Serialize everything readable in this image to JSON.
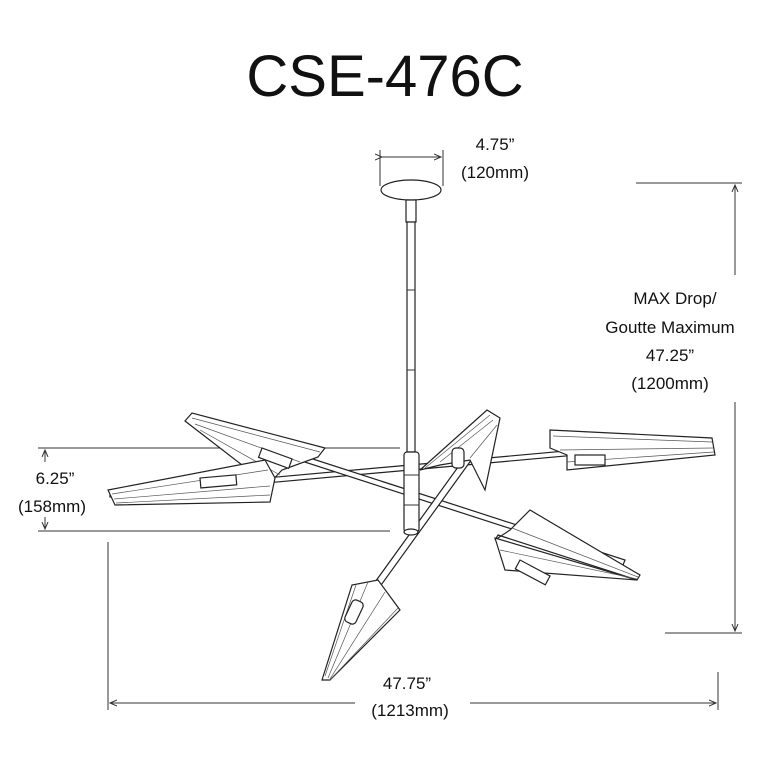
{
  "title": "CSE-476C",
  "dimensions": {
    "canopy": {
      "imperial": "4.75”",
      "metric": "(120mm)"
    },
    "max_drop": {
      "label_line1": "MAX Drop/",
      "label_line2": "Goutte Maximum",
      "imperial": "47.25”",
      "metric": "(1200mm)"
    },
    "shade_height": {
      "imperial": "6.25”",
      "metric": "(158mm)"
    },
    "width": {
      "imperial": "47.75”",
      "metric": "(1213mm)"
    }
  }
}
